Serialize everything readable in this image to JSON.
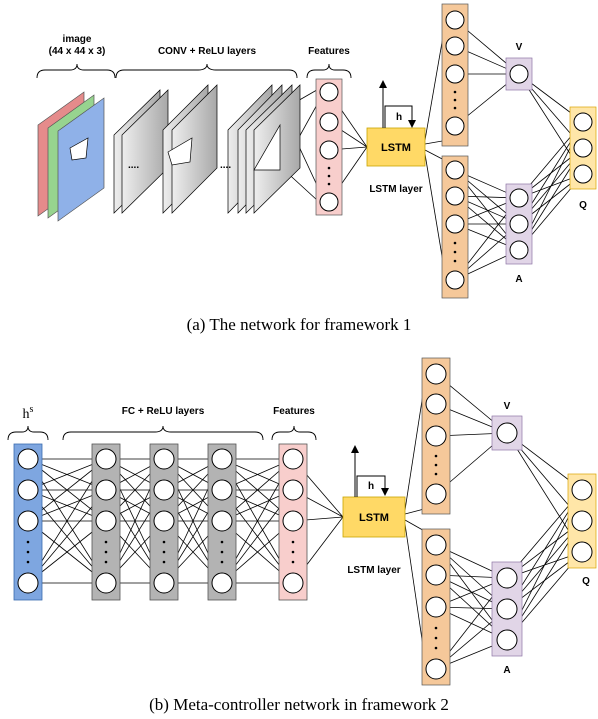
{
  "diagram_a": {
    "image_label": "image",
    "image_dims": "(44 x 44 x 3)",
    "conv_label": "CONV + ReLU layers",
    "features_label": "Features",
    "h_label": "h",
    "lstm_label": "LSTM",
    "lstm_layer_label": "LSTM layer",
    "v_label": "V",
    "a_label": "A",
    "q_label": "Q",
    "caption": "(a) The network for framework 1"
  },
  "diagram_b": {
    "hs_label": "h",
    "hs_sup": "s",
    "fc_label": "FC + ReLU layers",
    "features_label": "Features",
    "h_label": "h",
    "lstm_label": "LSTM",
    "lstm_layer_label": "LSTM layer",
    "v_label": "V",
    "a_label": "A",
    "q_label": "Q",
    "caption": "(b) Meta-controller network in framework 2"
  },
  "colors": {
    "blue": "#7ea6e0",
    "gray": "#b3b3b3",
    "pink": "#f8cecc",
    "orange": "#f5c89a",
    "purple": "#e1d5e7",
    "yellow": "#ffd966",
    "yellow_q": "#ffe6a8"
  }
}
